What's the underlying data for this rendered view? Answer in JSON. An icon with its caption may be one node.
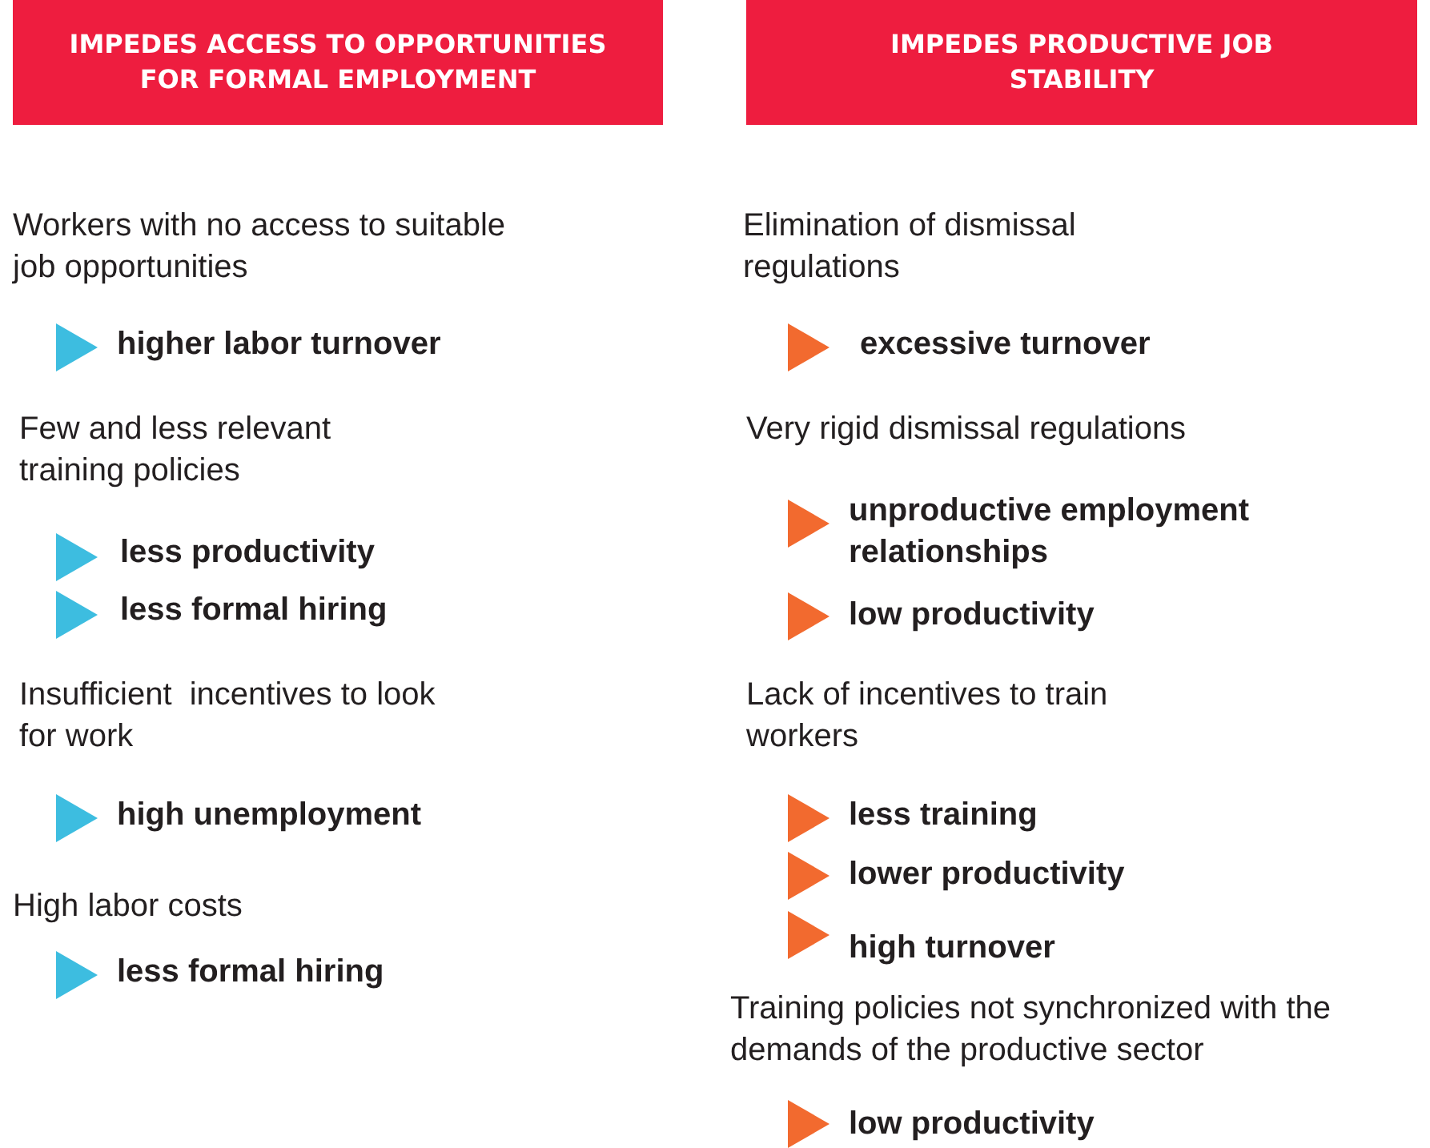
{
  "diagram": {
    "nodes": [
      {
        "text": [
          "IMPEDES ACCESS TO OPPORTUNITIES FOR FORMAL EMPLOYMENT"
        ]
      },
      {
        "text": [
          "IMPEDES PRODUCTIVE JOB STABILITY"
        ]
      }
    ],
    "labels": [
      "Workers with no access to suitable job opportunities",
      "higher labor turnover",
      "Few and less relevant training policies",
      "less productivity",
      "less formal hiring",
      "Insufficient  incentives to look for work",
      "high unemployment",
      "High labor costs",
      "less formal hiring",
      "Elimination of dismissal regulations",
      "excessive turnover",
      "Very rigid dismissal regulations",
      "unproductive employment relationships",
      "low productivity",
      "Lack of incentives to train workers",
      "less training",
      "lower productivity",
      "high turnover",
      "Training policies not synchronized with the demands of the productive sector",
      "low productivity"
    ]
  }
}
